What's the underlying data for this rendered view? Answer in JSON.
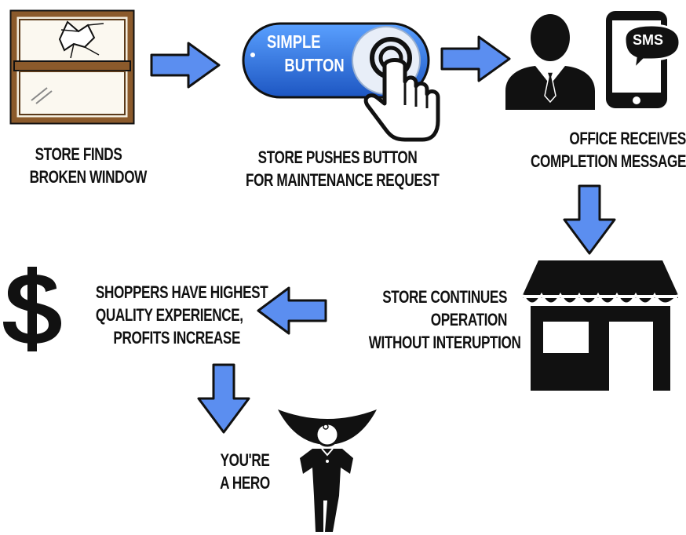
{
  "steps": {
    "find": {
      "line1": "STORE FINDS",
      "line2": "BROKEN WINDOW"
    },
    "push": {
      "line1": "STORE PUSHES BUTTON",
      "line2": "FOR MAINTENANCE REQUEST"
    },
    "office": {
      "line1": "OFFICE RECEIVES",
      "line2": "COMPLETION MESSAGE"
    },
    "continue": {
      "line1": "STORE CONTINUES",
      "line2": "OPERATION",
      "line3": "WITHOUT INTERUPTION"
    },
    "profit": {
      "line1": "SHOPPERS HAVE HIGHEST",
      "line2": "QUALITY EXPERIENCE,",
      "line3": "PROFITS INCREASE"
    },
    "hero": {
      "line1": "YOU'RE",
      "line2": "A HERO"
    }
  },
  "button": {
    "line1": "SIMPLE",
    "line2": "BUTTON"
  },
  "phone": {
    "sms": "SMS"
  },
  "icons": {
    "window": "broken-window-icon",
    "button": "simple-button-icon",
    "hand": "pointing-hand-icon",
    "person": "person-icon",
    "phone": "sms-phone-icon",
    "store": "storefront-icon",
    "dollar": "dollar-icon",
    "hero": "hero-icon"
  },
  "colors": {
    "arrow": "#5b8ef0",
    "button": "#2f6fd6",
    "frame": "#8b5a2b",
    "ink": "#111111"
  }
}
